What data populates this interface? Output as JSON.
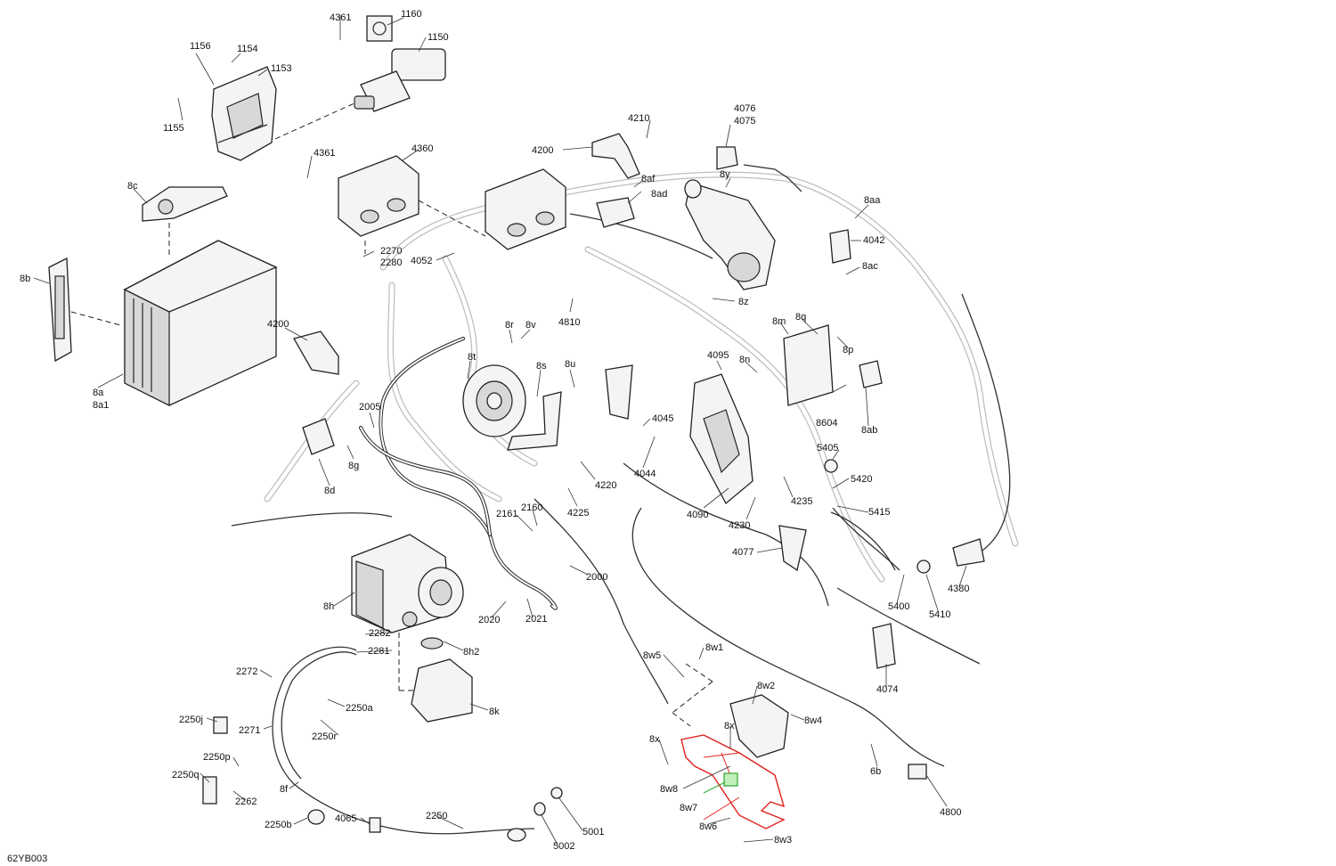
{
  "diagram": {
    "reference": "62YB003",
    "callouts": [
      "1156",
      "1154",
      "1153",
      "1155",
      "4361",
      "1160",
      "1150",
      "8c",
      "4361",
      "4360",
      "2270",
      "2280",
      "4052",
      "4200",
      "4210",
      "8af",
      "8ad",
      "4076",
      "4075",
      "8y",
      "8aa",
      "4042",
      "8ac",
      "8z",
      "4810",
      "8b",
      "8a",
      "8a1",
      "4200",
      "8r",
      "8v",
      "8t",
      "8s",
      "8u",
      "4095",
      "8n",
      "8m",
      "8q",
      "8p",
      "8604",
      "8ab",
      "2005",
      "8g",
      "8d",
      "4045",
      "4044",
      "4220",
      "4225",
      "4090",
      "4230",
      "4235",
      "5405",
      "5420",
      "5415",
      "2161",
      "2160",
      "2000",
      "4077",
      "5400",
      "5410",
      "4380",
      "8h",
      "2020",
      "2021",
      "2282",
      "2281",
      "8h2",
      "2272",
      "2250a",
      "2250j",
      "2271",
      "2250r",
      "8k",
      "8w5",
      "8w1",
      "8w2",
      "8w4",
      "4074",
      "8x",
      "8x",
      "2250p",
      "2250q",
      "2262",
      "8f",
      "8w8",
      "8w7",
      "8w6",
      "8w3",
      "6b",
      "4800",
      "2250",
      "5001",
      "5002",
      "4065",
      "2250b"
    ],
    "highlight_colors": {
      "selected_part": "#e0201c",
      "sub_part": "#2fa52f"
    }
  }
}
